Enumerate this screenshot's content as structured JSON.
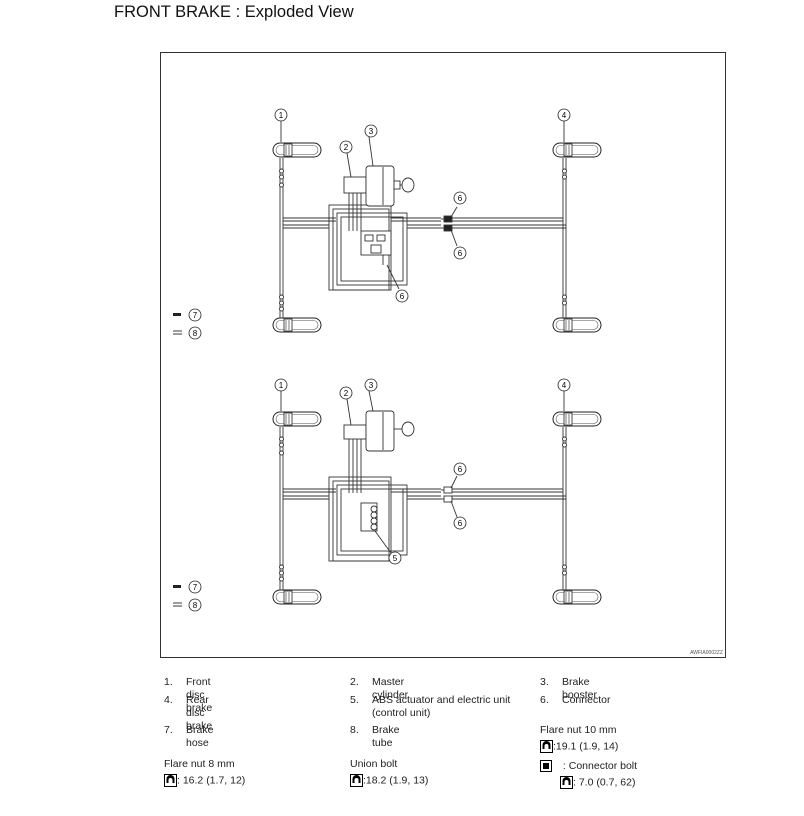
{
  "page_title": "FRONT BRAKE : Exploded View",
  "figure": {
    "code": "AWFIA0002ZZ",
    "callouts": {
      "c1": "1",
      "c2": "2",
      "c3": "3",
      "c4": "4",
      "c5": "5",
      "c6": "6",
      "c7": "7",
      "c8": "8"
    }
  },
  "legend": {
    "items": [
      {
        "num": "1.",
        "label": "Front disc brake"
      },
      {
        "num": "2.",
        "label": "Master cylinder"
      },
      {
        "num": "3.",
        "label": "Brake booster"
      },
      {
        "num": "4.",
        "label": "Rear disc brake"
      },
      {
        "num": "5.",
        "label": "ABS actuator and electric unit (control unit)"
      },
      {
        "num": "6.",
        "label": "Connector"
      },
      {
        "num": "7.",
        "label": "Brake hose"
      },
      {
        "num": "8.",
        "label": "Brake tube"
      }
    ],
    "specs": {
      "flare10_title": "Flare nut 10 mm",
      "flare10_value": ":19.1 (1.9, 14)",
      "flare8_title": "Flare nut 8 mm",
      "flare8_value": ": 16.2 (1.7, 12)",
      "union_title": "Union bolt",
      "union_value": ":18.2 (1.9, 13)",
      "connector_title": ": Connector bolt",
      "connector_value": ": 7.0 (0.7, 62)"
    }
  }
}
